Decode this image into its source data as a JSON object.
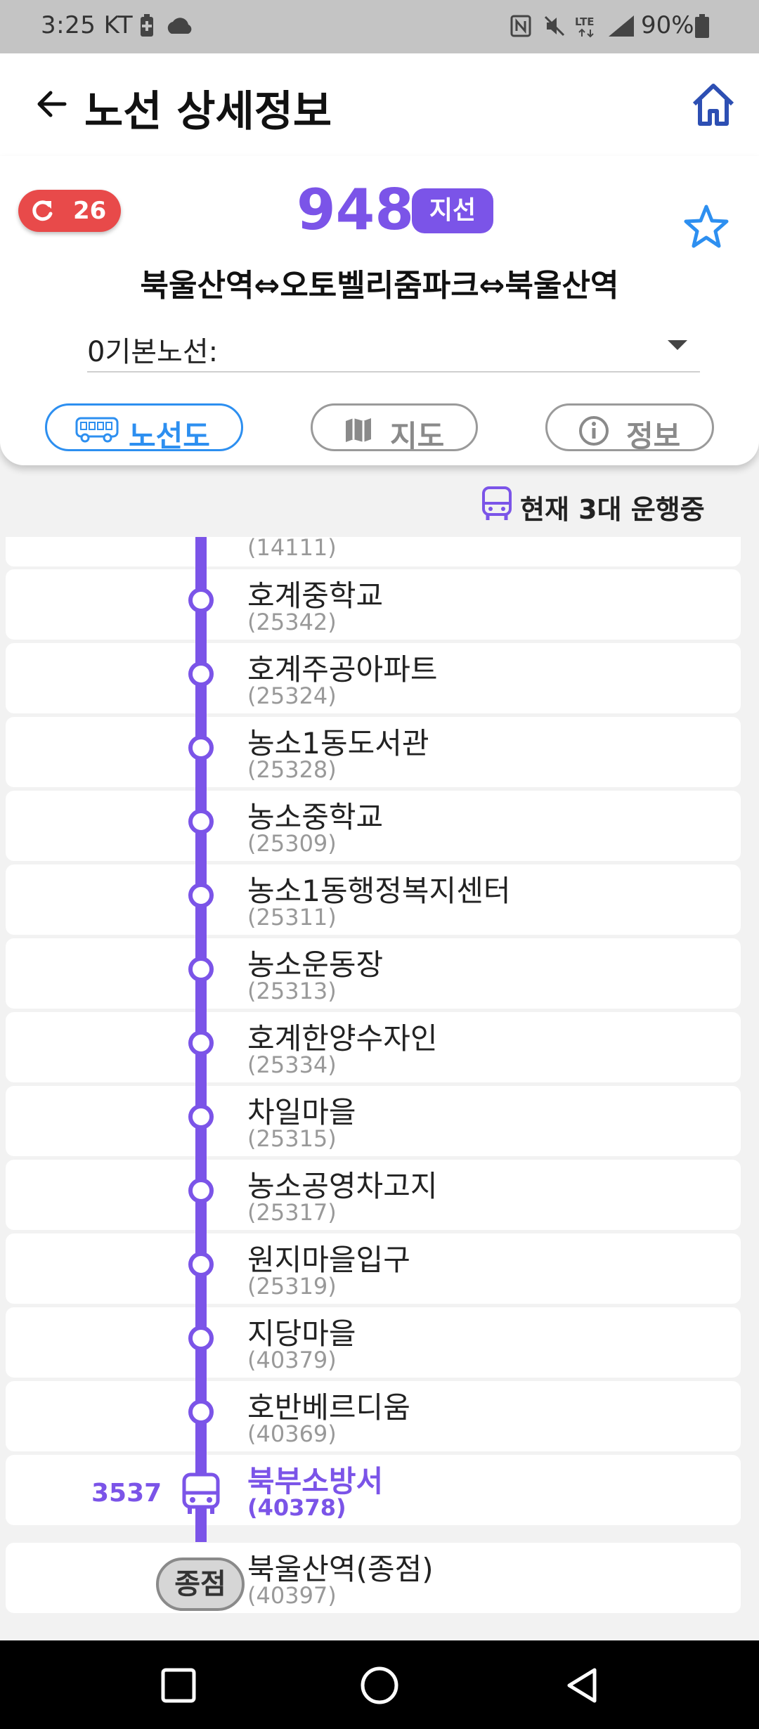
{
  "status_bar": {
    "time": "3:25 KT",
    "battery": "90%",
    "icons": [
      "battery-saver-icon",
      "cloud-icon",
      "nfc-icon",
      "mute-icon",
      "lte-icon",
      "signal-icon",
      "battery-icon"
    ]
  },
  "app_bar": {
    "title": "노선 상세정보",
    "back_icon": "arrow-left-icon",
    "home_icon": "home-icon"
  },
  "route": {
    "refresh_count": "26",
    "number": "948",
    "type": "지선",
    "description": "북울산역⇔오토벨리줌파크⇔북울산역",
    "variant": "0기본노선:",
    "favorite_icon": "star-outline-icon"
  },
  "tabs": [
    {
      "label": "노선도",
      "icon": "bus-icon",
      "active": true
    },
    {
      "label": "지도",
      "icon": "map-icon",
      "active": false
    },
    {
      "label": "정보",
      "icon": "info-icon",
      "active": false
    }
  ],
  "running": {
    "text": "현재 3대 운행중",
    "icon": "bus-icon"
  },
  "stops": [
    {
      "name": "",
      "id": "(14111)"
    },
    {
      "name": "호계중학교",
      "id": "(25342)"
    },
    {
      "name": "호계주공아파트",
      "id": "(25324)"
    },
    {
      "name": "농소1동도서관",
      "id": "(25328)"
    },
    {
      "name": "농소중학교",
      "id": "(25309)"
    },
    {
      "name": "농소1동행정복지센터",
      "id": "(25311)"
    },
    {
      "name": "농소운동장",
      "id": "(25313)"
    },
    {
      "name": "호계한양수자인",
      "id": "(25334)"
    },
    {
      "name": "차일마을",
      "id": "(25315)"
    },
    {
      "name": "농소공영차고지",
      "id": "(25317)"
    },
    {
      "name": "원지마을입구",
      "id": "(25319)"
    },
    {
      "name": "지당마을",
      "id": "(40379)"
    },
    {
      "name": "호반베르디움",
      "id": "(40369)"
    },
    {
      "name": "북부소방서",
      "id": "(40378)",
      "bus_number": "3537"
    },
    {
      "name": "북울산역(종점)",
      "id": "(40397)",
      "terminal_label": "종점"
    }
  ],
  "colors": {
    "accent": "#7b54e8",
    "tab_active": "#2d8ff0",
    "refresh_badge": "#e84a4a"
  }
}
